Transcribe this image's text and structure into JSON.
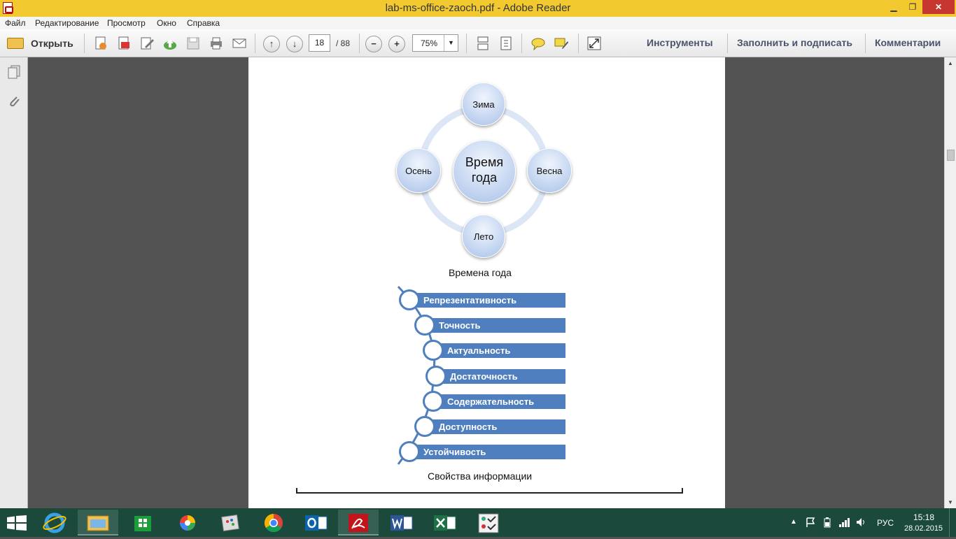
{
  "window": {
    "title": "lab-ms-office-zaoch.pdf - Adobe Reader"
  },
  "menu": {
    "items": [
      "Файл",
      "Редактирование",
      "Просмотр",
      "Окно",
      "Справка"
    ]
  },
  "toolbar": {
    "open_label": "Открыть",
    "page_current": "18",
    "page_total": "/ 88",
    "zoom": "75%",
    "tools_label": "Инструменты",
    "fill_sign_label": "Заполнить и подписать",
    "comments_label": "Комментарии"
  },
  "document": {
    "cycle": {
      "center": "Время года",
      "top": "Зима",
      "right": "Весна",
      "bottom": "Лето",
      "left": "Осень",
      "caption": "Времена года"
    },
    "list": {
      "items": [
        "Репрезентативность",
        "Точность",
        "Актуальность",
        "Достаточность",
        "Содержательность",
        "Доступность",
        "Устойчивость"
      ],
      "caption": "Свойства информации"
    }
  },
  "taskbar": {
    "apps": [
      "start",
      "internet-explorer",
      "file-explorer",
      "store",
      "picasa",
      "paint",
      "chrome",
      "outlook",
      "adobe-reader",
      "word",
      "excel",
      "tasks"
    ],
    "tray": {
      "lang": "РУС",
      "time": "15:18",
      "date": "28.02.2015"
    }
  },
  "colors": {
    "titlebar": "#f2ca30",
    "taskbar": "#1b4a3c",
    "diagram_bar": "#4f7fbe",
    "viewer_bg": "#535353"
  }
}
